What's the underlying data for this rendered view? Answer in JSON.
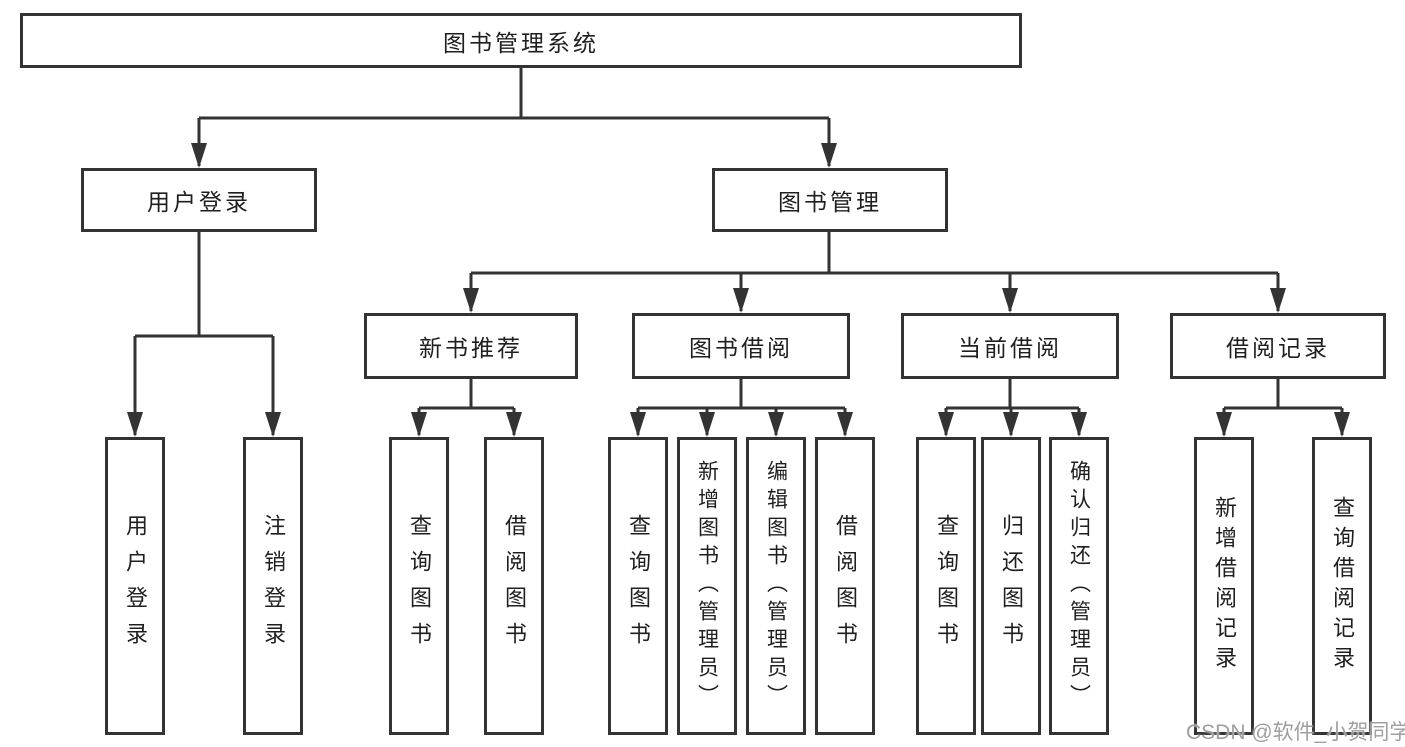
{
  "diagram": {
    "title": "图书管理系统",
    "level2": [
      "用户登录",
      "图书管理"
    ],
    "level3": [
      "新书推荐",
      "图书借阅",
      "当前借阅",
      "借阅记录"
    ],
    "leaves": {
      "user_login": [
        "用户登录",
        "注销登录"
      ],
      "new_books": [
        "查询图书",
        "借阅图书"
      ],
      "book_borrow": [
        "查询图书",
        "新增图书（管理员）",
        "编辑图书（管理员）",
        "借阅图书"
      ],
      "current_borrow": [
        "查询图书",
        "归还图书",
        "确认归还（管理员）"
      ],
      "borrow_records": [
        "新增借阅记录",
        "查询借阅记录"
      ]
    }
  },
  "watermark": {
    "text": "CSDN @软件_小贺同学",
    "color": "#9f9f9f"
  },
  "colors": {
    "line": "#333333",
    "text": "#1f1f1f",
    "background": "#ffffff"
  }
}
